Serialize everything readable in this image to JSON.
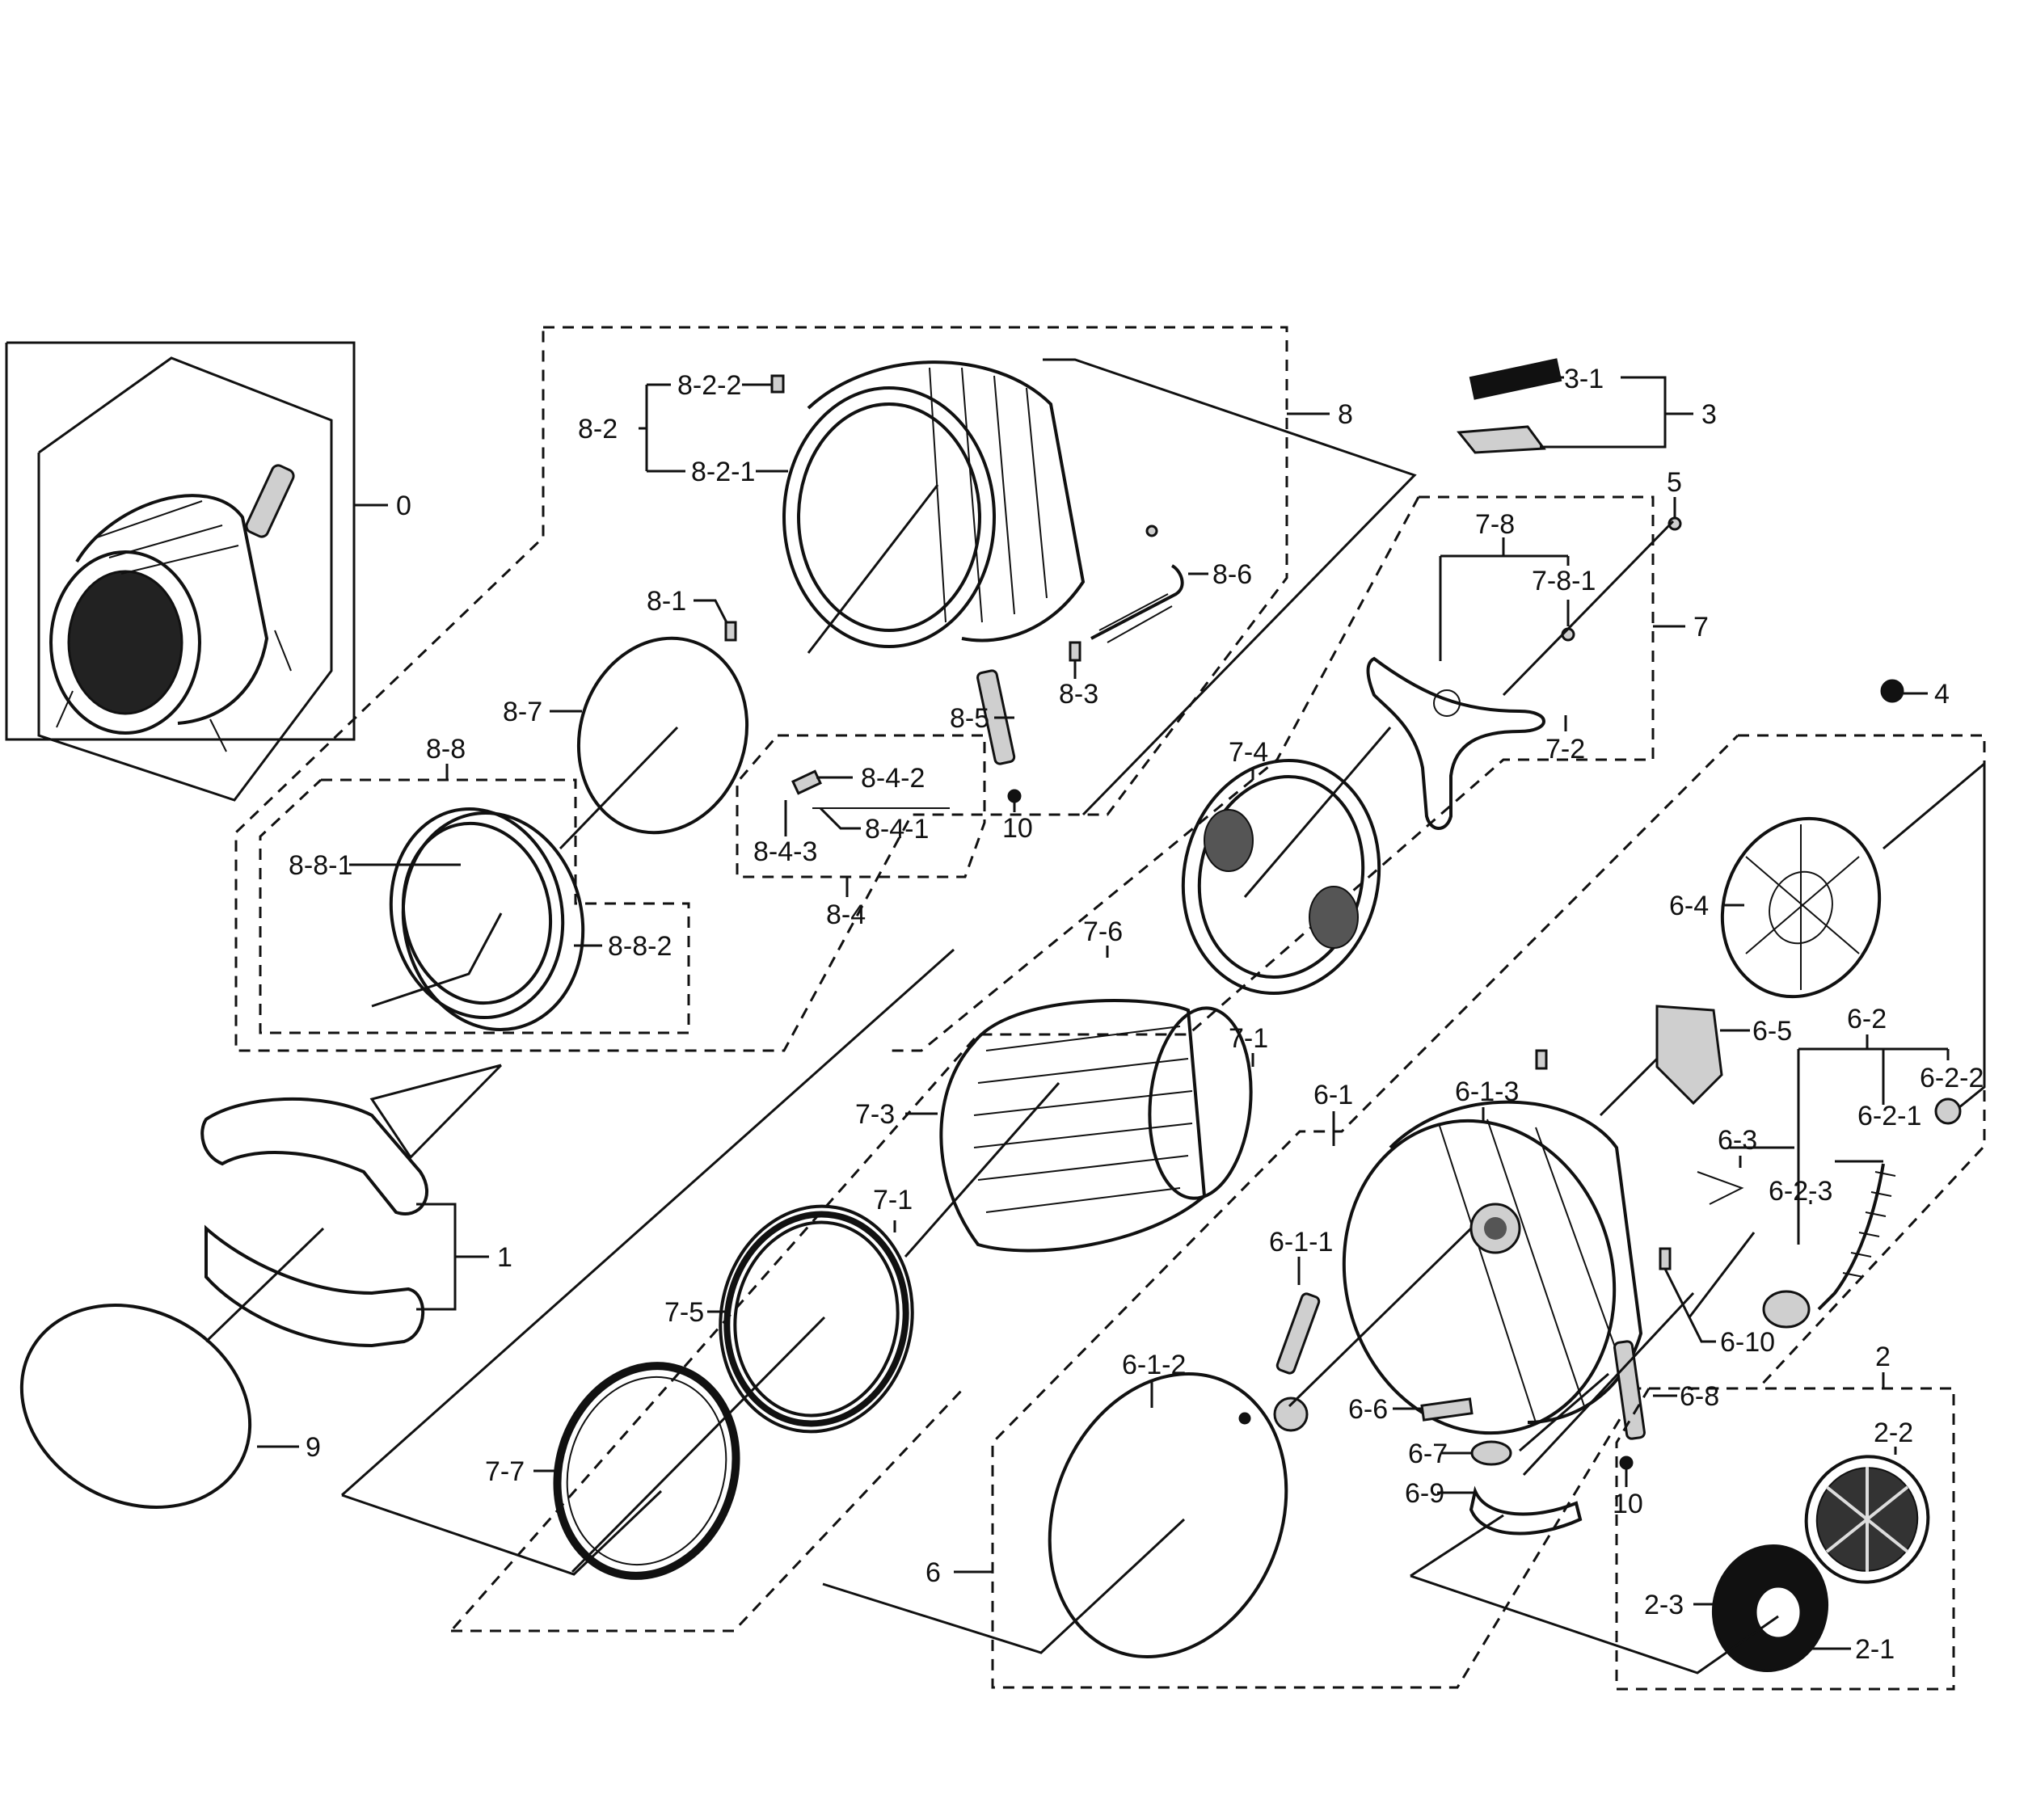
{
  "labels": {
    "l0": "0",
    "l1": "1",
    "l2": "2",
    "l2_1": "2-1",
    "l2_2": "2-2",
    "l2_3": "2-3",
    "l3": "3",
    "l3_1": "3-1",
    "l4": "4",
    "l5": "5",
    "l6": "6",
    "l6_1": "6-1",
    "l6_1_1": "6-1-1",
    "l6_1_2": "6-1-2",
    "l6_1_3": "6-1-3",
    "l6_2": "6-2",
    "l6_2_1": "6-2-1",
    "l6_2_2": "6-2-2",
    "l6_2_3": "6-2-3",
    "l6_3": "6-3",
    "l6_4": "6-4",
    "l6_5": "6-5",
    "l6_6": "6-6",
    "l6_7": "6-7",
    "l6_8": "6-8",
    "l6_9": "6-9",
    "l6_10": "6-10",
    "l7": "7",
    "l7_1a": "7-1",
    "l7_1b": "7-1",
    "l7_2": "7-2",
    "l7_3": "7-3",
    "l7_4": "7-4",
    "l7_5": "7-5",
    "l7_6": "7-6",
    "l7_7": "7-7",
    "l7_8": "7-8",
    "l7_8_1": "7-8-1",
    "l8": "8",
    "l8_1": "8-1",
    "l8_2": "8-2",
    "l8_2_1": "8-2-1",
    "l8_2_2": "8-2-2",
    "l8_3": "8-3",
    "l8_4": "8-4",
    "l8_4_1": "8-4-1",
    "l8_4_2": "8-4-2",
    "l8_4_3": "8-4-3",
    "l8_5": "8-5",
    "l8_6": "8-6",
    "l8_7": "8-7",
    "l8_8": "8-8",
    "l8_8_1": "8-8-1",
    "l8_8_2": "8-8-2",
    "l9": "9",
    "l10a": "10",
    "l10b": "10"
  }
}
